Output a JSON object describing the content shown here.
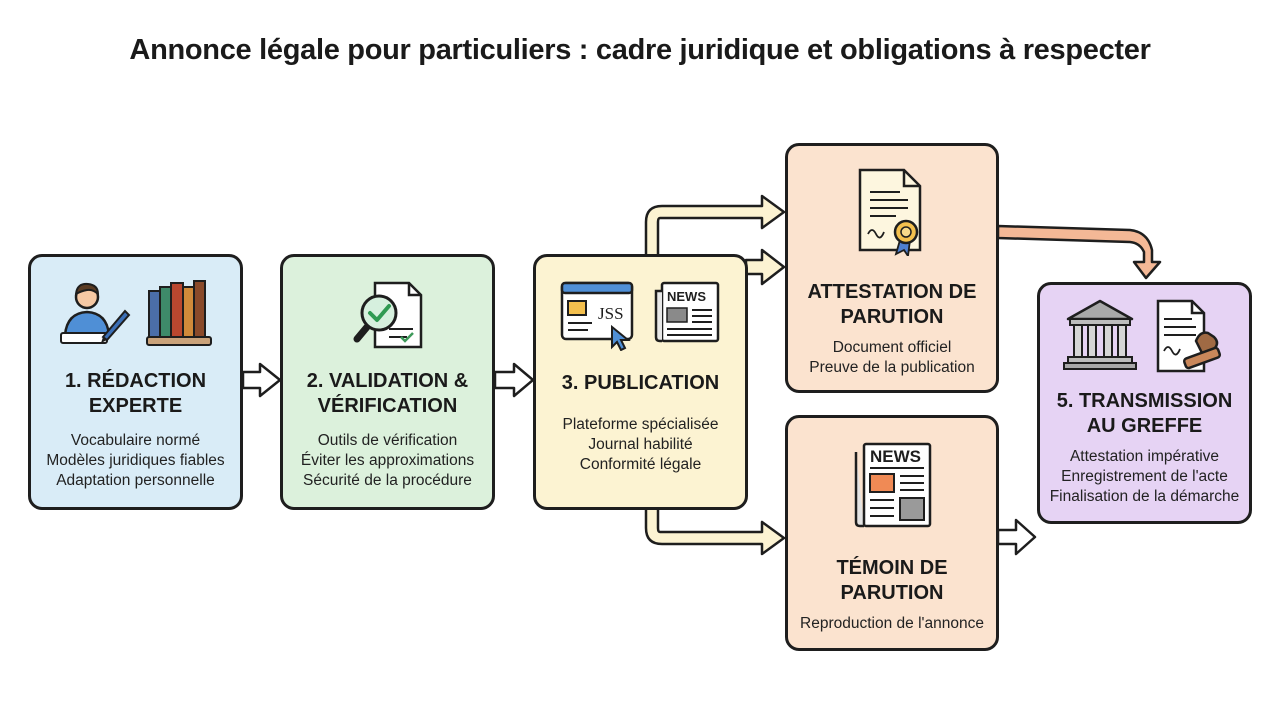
{
  "title": "Annonce légale pour particuliers : cadre juridique et obligations à respecter",
  "steps": {
    "redaction": {
      "title_1": "1. RÉDACTION",
      "title_2": "EXPERTE",
      "lines": [
        "Vocabulaire normé",
        "Modèles juridiques fiables",
        "Adaptation personnelle"
      ]
    },
    "validation": {
      "title_1": "2. VALIDATION &",
      "title_2": "VÉRIFICATION",
      "lines": [
        "Outils de vérification",
        "Éviter les approximations",
        "Sécurité de la procédure"
      ]
    },
    "publication": {
      "title_1": "3. PUBLICATION",
      "lines": [
        "Plateforme spécialisée",
        "Journal habilité",
        "Conformité légale"
      ],
      "icon_text_jss": "JSS",
      "icon_text_news": "NEWS"
    },
    "attestation": {
      "title_1": "ATTESTATION DE",
      "title_2": "PARUTION",
      "lines": [
        "Document officiel",
        "Preuve de la publication"
      ]
    },
    "temoin": {
      "title_1": "TÉMOIN DE",
      "title_2": "PARUTION",
      "lines": [
        "Reproduction de l'annonce"
      ],
      "icon_text_news": "NEWS"
    },
    "transmission": {
      "title_1": "5. TRANSMISSION",
      "title_2": "AU GREFFE",
      "lines": [
        "Attestation impérative",
        "Enregistrement de l'acte",
        "Finalisation de la démarche"
      ]
    }
  },
  "colors": {
    "blue": "#d9ecf7",
    "green": "#dcf1dc",
    "yellow": "#fcf3d2",
    "peach": "#fbe3cf",
    "purple": "#e6d3f4",
    "outline": "#1e1e1e",
    "arrow_accent": "#f4b896"
  },
  "icons": [
    "person-writing-icon",
    "books-icon",
    "magnifier-check-document-icon",
    "browser-cursor-icon",
    "newspaper-icon",
    "certificate-ribbon-icon",
    "courthouse-icon",
    "stamped-document-icon"
  ]
}
